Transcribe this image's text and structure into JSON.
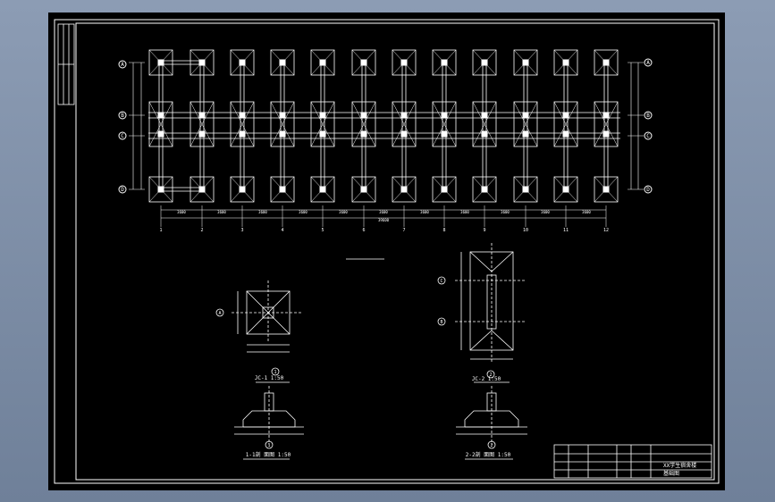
{
  "drawing": {
    "plan": {
      "row_labels_left": [
        "A",
        "B",
        "C",
        "D"
      ],
      "row_labels_right": [
        "A",
        "B",
        "C",
        "D"
      ],
      "col_labels": [
        "1",
        "2",
        "3",
        "4",
        "5",
        "6",
        "7",
        "8",
        "9",
        "10",
        "11",
        "12"
      ],
      "bay_dims": [
        "3600",
        "3600",
        "3600",
        "3600",
        "3600",
        "3600",
        "3600",
        "3600",
        "3600",
        "3600",
        "3600"
      ],
      "total_dim": "39600"
    },
    "detail_jc1": {
      "axis": "A",
      "caption": "JC-1  1:50",
      "circle": "1"
    },
    "detail_jc2": {
      "axis_top": "C",
      "axis_bottom": "B",
      "caption": "JC-2  1:50",
      "circle": "2"
    },
    "section_1": {
      "caption": "1-1剖 面图  1:50",
      "circle": "1"
    },
    "section_2": {
      "caption": "2-2剖 面图  1:50",
      "circle": "2"
    },
    "title_block": {
      "project_name": "XX学生宿舍楼",
      "drawing_name": "基础图"
    }
  },
  "colors": {
    "background": "#000000",
    "lines": "#ffffff",
    "desktop": "#7f8fa8"
  }
}
